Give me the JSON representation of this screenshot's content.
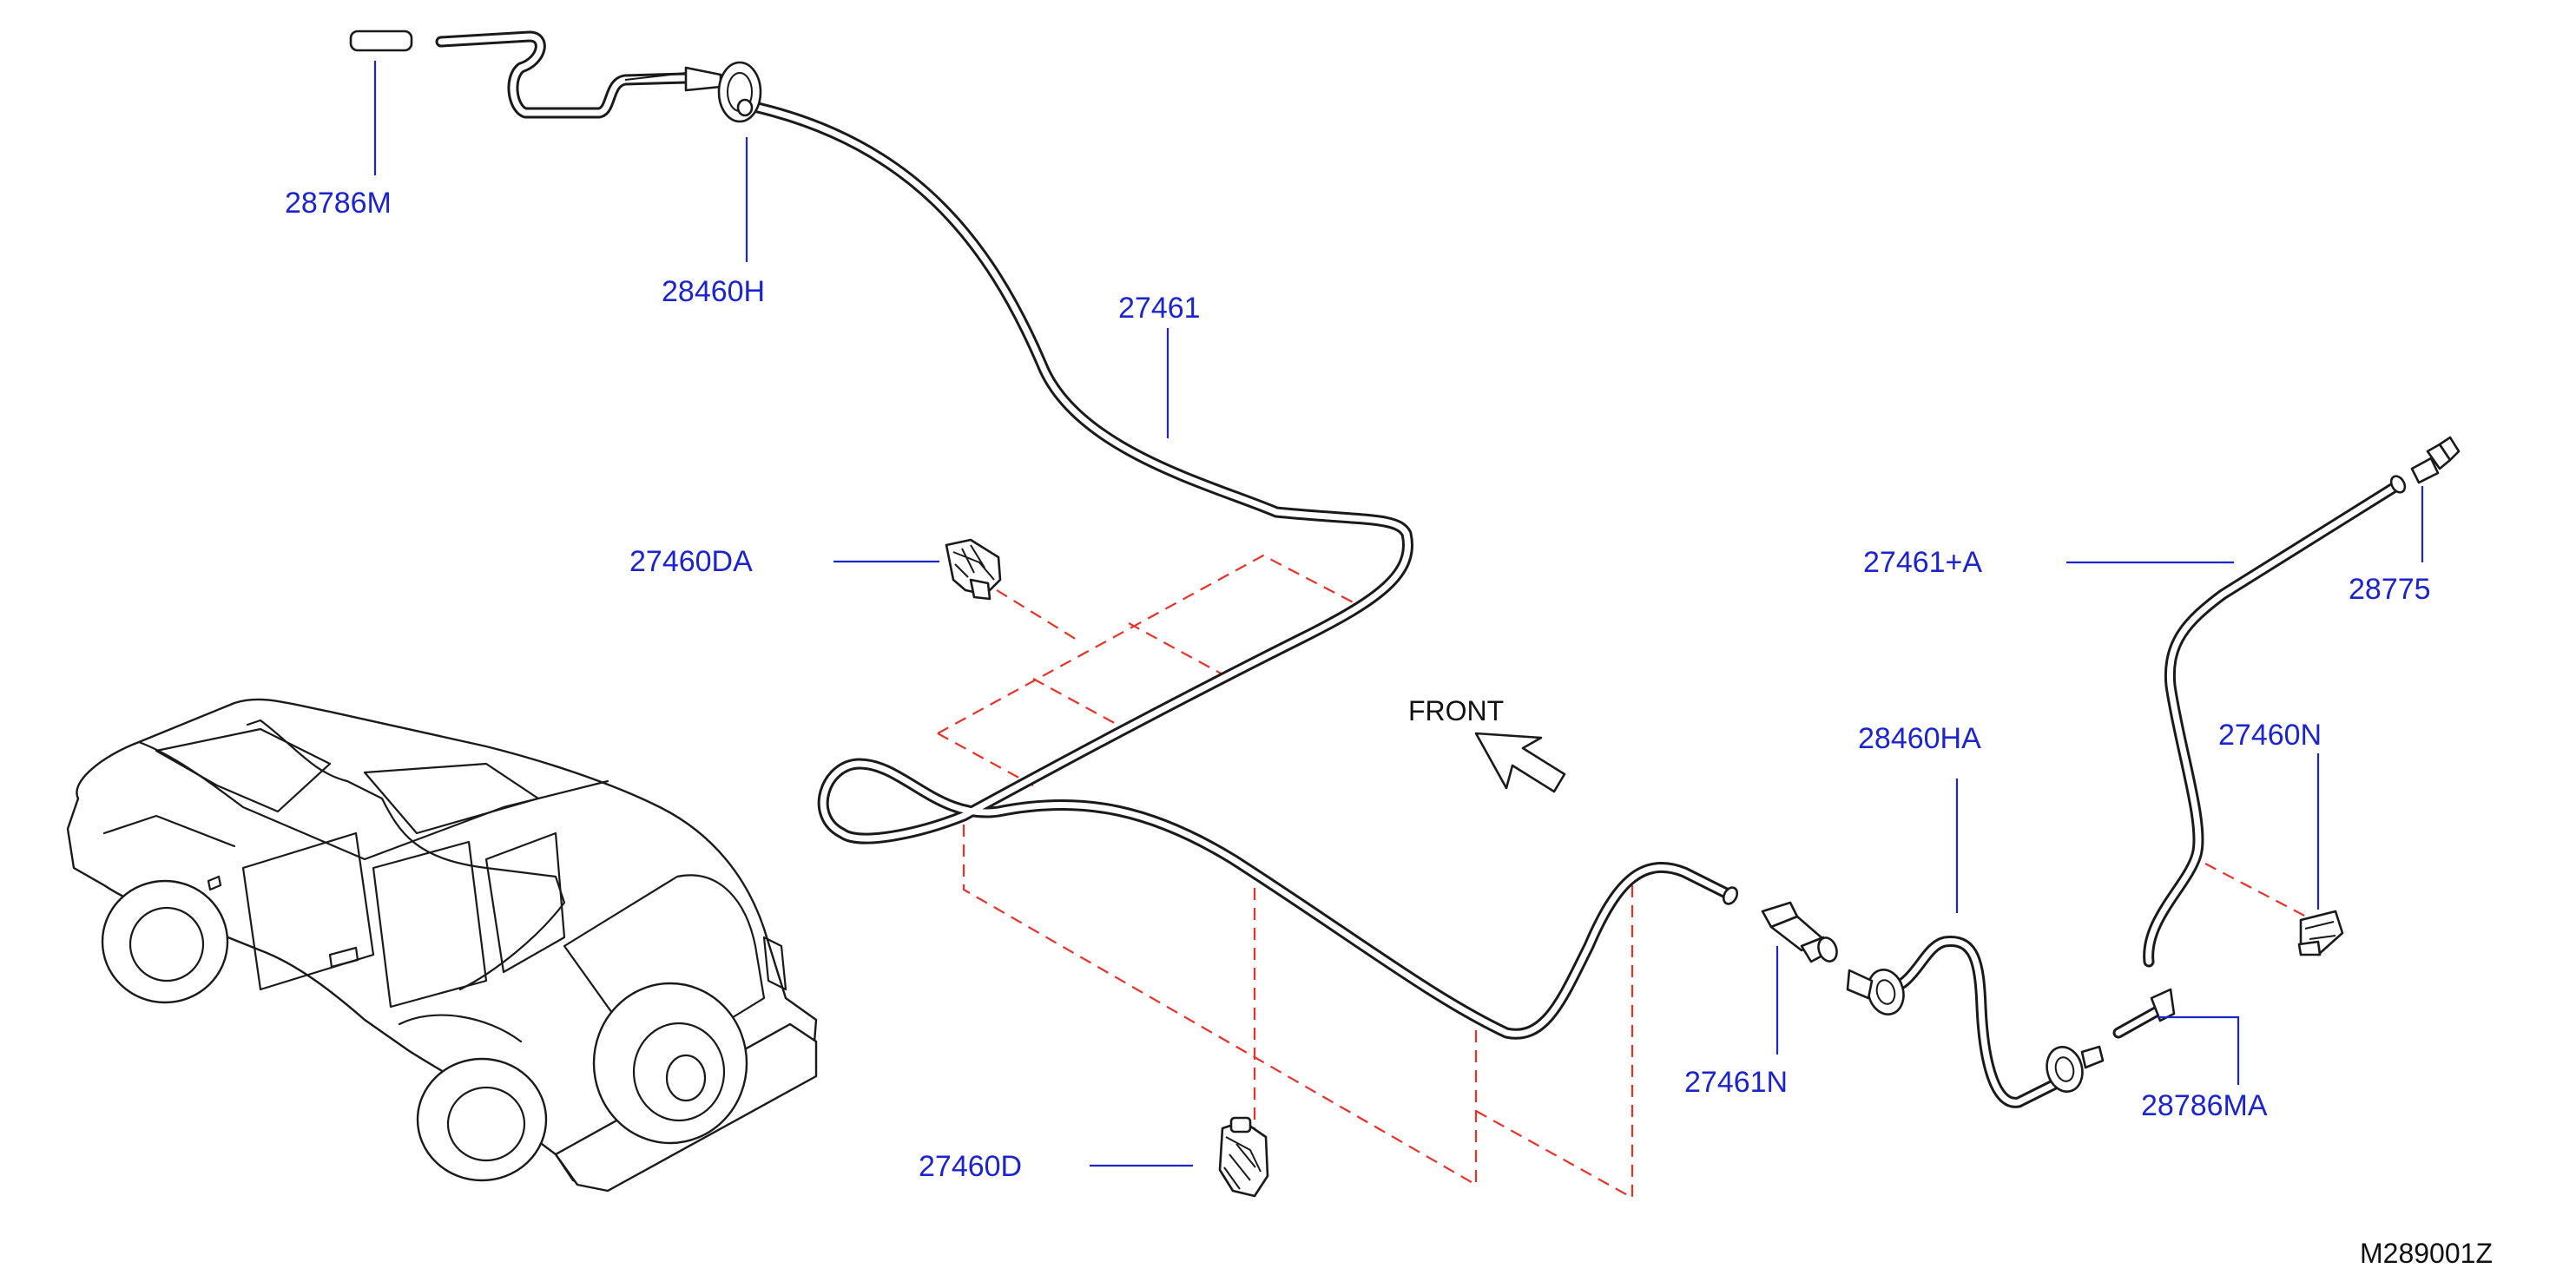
{
  "diagram": {
    "front_label": "FRONT",
    "drawing_number": "M289001Z",
    "callouts": [
      {
        "id": "28786M",
        "label": "28786M"
      },
      {
        "id": "28460H",
        "label": "28460H"
      },
      {
        "id": "27461",
        "label": "27461"
      },
      {
        "id": "27460DA",
        "label": "27460DA"
      },
      {
        "id": "27461A",
        "label": "27461+A"
      },
      {
        "id": "28775",
        "label": "28775"
      },
      {
        "id": "28460HA",
        "label": "28460HA"
      },
      {
        "id": "27460N",
        "label": "27460N"
      },
      {
        "id": "27461N",
        "label": "27461N"
      },
      {
        "id": "28786MA",
        "label": "28786MA"
      },
      {
        "id": "27460D",
        "label": "27460D"
      }
    ],
    "colors": {
      "callout_text": "#1c24cc",
      "leader_line": "#1c24cc",
      "clip_guide": "#e6332a",
      "outline": "#1a1a1a"
    }
  }
}
